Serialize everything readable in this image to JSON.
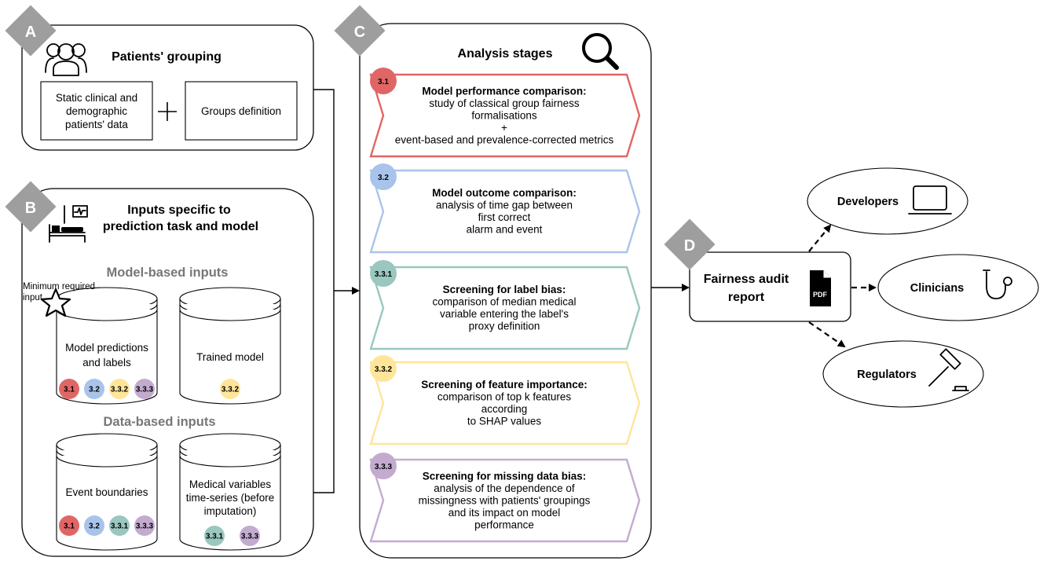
{
  "sections": {
    "A": {
      "letter": "A",
      "title": "Patients' grouping",
      "static_data": [
        "Static clinical  and",
        "demographic",
        "patients' data"
      ],
      "plus": "+",
      "groups": "Groups definition"
    },
    "B": {
      "letter": "B",
      "title": [
        "Inputs specific to",
        "prediction task and model"
      ],
      "model_based": "Model-based inputs",
      "data_based": "Data-based inputs",
      "minimum": [
        "Minimum required",
        "input"
      ],
      "predictions": [
        "Model predictions",
        "and labels"
      ],
      "trained": "Trained model",
      "events": "Event boundaries",
      "medical": [
        "Medical variables",
        "time-series (before",
        "imputation)"
      ]
    },
    "C": {
      "letter": "C",
      "title": "Analysis stages"
    },
    "D": {
      "letter": "D",
      "report": [
        "Fairness audit",
        "report"
      ],
      "pdf": "PDF"
    }
  },
  "stages": [
    {
      "id": "3.1",
      "color": "#e06666",
      "title": "Model performance comparison:",
      "lines": [
        "study of classical group fairness",
        "formalisations",
        "+",
        "event-based and prevalence-corrected metrics"
      ]
    },
    {
      "id": "3.2",
      "color": "#a9c4eb",
      "title": "Model outcome comparison:",
      "lines": [
        "analysis of time gap between",
        "first correct",
        "alarm and event"
      ]
    },
    {
      "id": "3.3.1",
      "color": "#9ac7bf",
      "title": "Screening for label bias:",
      "lines": [
        "comparison of median medical",
        "variable entering the label's",
        "proxy definition"
      ]
    },
    {
      "id": "3.3.2",
      "color": "#ffe599",
      "title": "Screening of feature importance:",
      "lines": [
        "comparison of top k features",
        "according",
        "to SHAP values"
      ]
    },
    {
      "id": "3.3.3",
      "color": "#c3abd0",
      "title": "Screening for missing data bias:",
      "lines": [
        "analysis of the dependence of",
        "missingness with patients' groupings",
        "and its impact on model",
        "performance"
      ]
    }
  ],
  "chips": {
    "predictions": [
      "3.1",
      "3.2",
      "3.3.2",
      "3.3.3"
    ],
    "trained": [
      "3.3.2"
    ],
    "events": [
      "3.1",
      "3.2",
      "3.3.1",
      "3.3.3"
    ],
    "medical": [
      "3.3.1",
      "3.3.3"
    ]
  },
  "audiences": [
    {
      "label": "Developers",
      "icon": "laptop-icon"
    },
    {
      "label": "Clinicians",
      "icon": "stethoscope-icon"
    },
    {
      "label": "Regulators",
      "icon": "gavel-icon"
    }
  ]
}
